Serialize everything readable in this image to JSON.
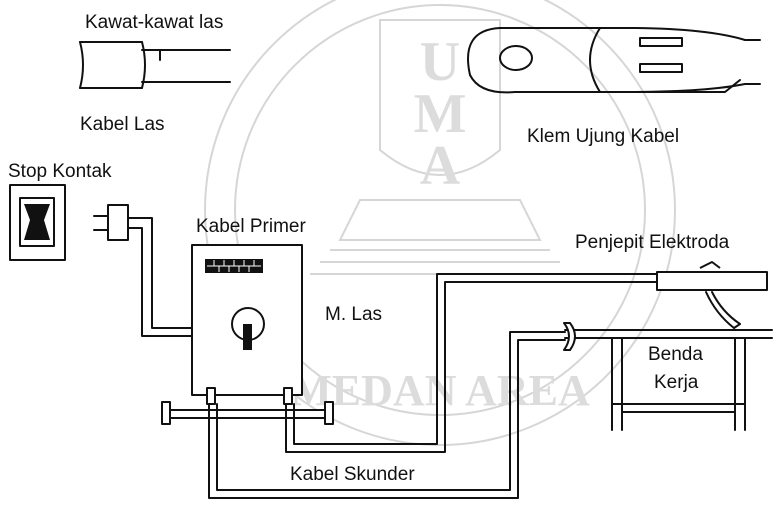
{
  "labels": {
    "kawat_las": "Kawat-kawat las",
    "kabel_las": "Kabel Las",
    "klem_ujung_kabel": "Klem Ujung Kabel",
    "stop_kontak": "Stop Kontak",
    "kabel_primer": "Kabel Primer",
    "penjepit_elektroda": "Penjepit Elektroda",
    "m_las": "M. Las",
    "benda": "Benda",
    "kerja": "Kerja",
    "kabel_skunder": "Kabel Skunder"
  },
  "watermark": {
    "letters": [
      "U",
      "M",
      "A"
    ],
    "ring_text": "MEDAN AREA"
  }
}
